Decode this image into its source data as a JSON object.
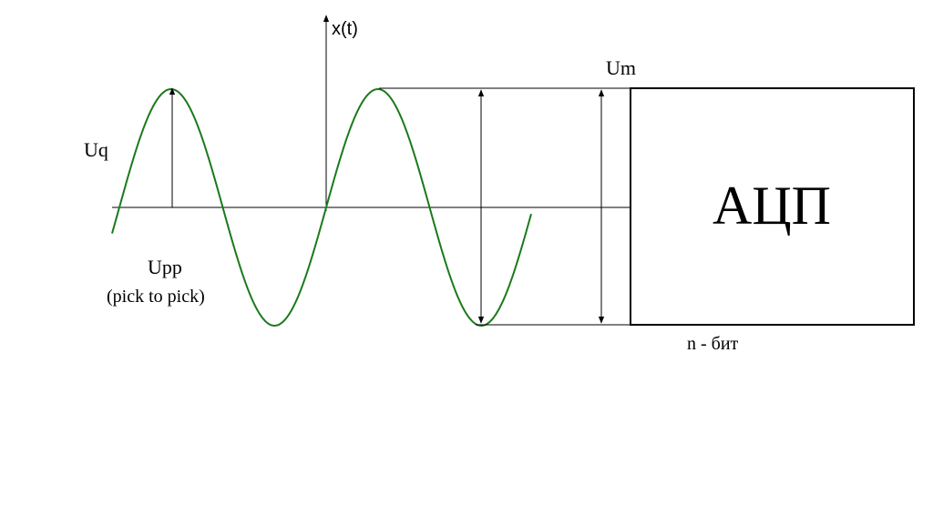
{
  "labels": {
    "y_axis": "x(t)",
    "u_m": "Um",
    "u_q": "Uq",
    "u_pp": "Upp",
    "u_pp_note": "(pick to pick)",
    "adc": "АЦП",
    "bits": "n - бит"
  },
  "colors": {
    "wave": "#1a7a1a",
    "lines": "#000000",
    "background": "#ffffff"
  }
}
